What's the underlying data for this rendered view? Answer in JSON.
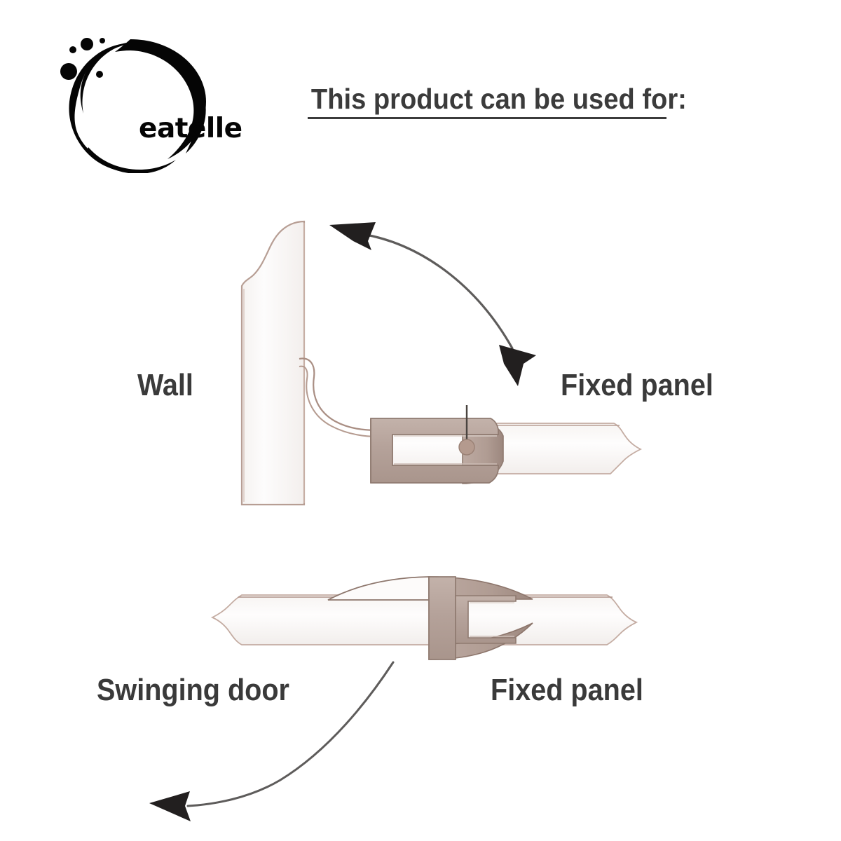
{
  "brand": {
    "name": "eatelle",
    "logo_icon": "ink-circle-brush-logo",
    "logo_color": "#050505"
  },
  "heading": {
    "text": "This product can be used for:",
    "underline": true,
    "color": "#3b3b3b"
  },
  "diagrams": [
    {
      "id": "wall-to-fixed-panel",
      "labels": {
        "left": "Wall",
        "right": "Fixed panel"
      },
      "arrow": {
        "icon": "double-headed-curved-arrow",
        "direction": "bidirectional",
        "color": "#221f1f"
      },
      "parts": {
        "wall_panel": "vertical glass wall panel",
        "hinge": "curved hinge seal",
        "clamp": "u-channel clamp bracket",
        "screw": "clamp-screw-dot",
        "fixed_panel": "horizontal glass fixed panel"
      }
    },
    {
      "id": "swinging-door-to-fixed-panel",
      "labels": {
        "left": "Swinging door",
        "right": "Fixed panel"
      },
      "arrow": {
        "icon": "curved-arrow-left",
        "direction": "single",
        "color": "#221f1f"
      },
      "parts": {
        "swinging_door": "horizontal glass swinging door panel",
        "spine": "vertical seal spine",
        "clamp": "u-channel clamp bracket",
        "fixed_panel": "horizontal glass fixed panel"
      }
    }
  ],
  "colors": {
    "glass_fill": "#fdfcfb",
    "glass_edge": "#b79e94",
    "clamp_fill": "#b8a79f",
    "clamp_edge": "#8f7a70",
    "arrow": "#221f1f",
    "text": "#3a3a3a",
    "background": "#ffffff"
  }
}
